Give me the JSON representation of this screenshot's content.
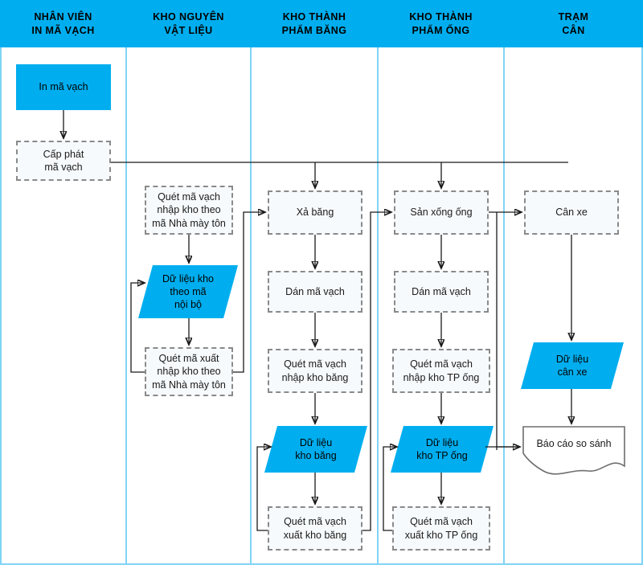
{
  "diagram": {
    "title": "Quy trinh quan ly ma vach - so do swimlane",
    "colors": {
      "lane_header_bg": "#00AEEF",
      "lane_divider": "#7FD4F4",
      "node_accent": "#00AEEF",
      "node_dashed_border": "#8A8A8A",
      "node_dashed_bg": "#F7FAFD",
      "connector": "#1a1a1a",
      "doc_border": "#6E6E6E"
    },
    "lanes": [
      {
        "id": "lane-nhan-vien-in-ma-vach",
        "label": "NHÂN VIÊN\nIN MÃ VẠCH"
      },
      {
        "id": "lane-kho-nguyen-vat-lieu",
        "label": "KHO NGUYÊN\nVẬT LIỆU"
      },
      {
        "id": "lane-kho-thanh-pham-bang",
        "label": "KHO THÀNH\nPHẨM BĂNG"
      },
      {
        "id": "lane-kho-thanh-pham-ong",
        "label": "KHO THÀNH\nPHẨM ỐNG"
      },
      {
        "id": "lane-tram-can",
        "label": "TRẠM\nCÂN"
      }
    ],
    "nodes": [
      {
        "id": "in-ma-vach",
        "lane": 0,
        "shape": "process-solid",
        "label": "In mã vạch"
      },
      {
        "id": "cap-phat-ma-vach",
        "lane": 0,
        "shape": "process-dashed",
        "label": "Cấp phát\nmã vạch"
      },
      {
        "id": "quet-ma-vach-nhap-kho-theo-ma-nha-may-ton",
        "lane": 1,
        "shape": "process-dashed",
        "label": "Quét mã vạch\nnhập kho theo\nmã Nhà mày tôn"
      },
      {
        "id": "du-lieu-kho-theo-ma-noi-bo",
        "lane": 1,
        "shape": "data-parallelogram",
        "label": "Dữ liệu kho\ntheo mã\nnội bộ"
      },
      {
        "id": "quet-ma-xuat-nhap-kho-theo-ma-nha-may-ton",
        "lane": 1,
        "shape": "process-dashed",
        "label": "Quét mã xuất\nnhập kho theo\nmã Nhà mày tôn"
      },
      {
        "id": "xa-bang",
        "lane": 2,
        "shape": "process-dashed",
        "label": "Xả băng"
      },
      {
        "id": "dan-ma-vach-bang",
        "lane": 2,
        "shape": "process-dashed",
        "label": "Dán mã vạch"
      },
      {
        "id": "quet-ma-vach-nhap-kho-bang",
        "lane": 2,
        "shape": "process-dashed",
        "label": "Quét mã vạch\nnhập kho băng"
      },
      {
        "id": "du-lieu-kho-bang",
        "lane": 2,
        "shape": "data-parallelogram",
        "label": "Dữ liệu\nkho băng"
      },
      {
        "id": "quet-ma-vach-xuat-kho-bang",
        "lane": 2,
        "shape": "process-dashed",
        "label": "Quét mã vạch\nxuất kho băng"
      },
      {
        "id": "san-xong-ong",
        "lane": 3,
        "shape": "process-dashed",
        "label": "Sản xống ống"
      },
      {
        "id": "dan-ma-vach-ong",
        "lane": 3,
        "shape": "process-dashed",
        "label": "Dán mã vạch"
      },
      {
        "id": "quet-ma-vach-nhap-kho-tp-ong",
        "lane": 3,
        "shape": "process-dashed",
        "label": "Quét mã vạch\nnhập kho TP ống"
      },
      {
        "id": "du-lieu-kho-tp-ong",
        "lane": 3,
        "shape": "data-parallelogram",
        "label": "Dữ liệu\nkho TP ống"
      },
      {
        "id": "quet-ma-vach-xuat-kho-tp-ong",
        "lane": 3,
        "shape": "process-dashed",
        "label": "Quét mã vạch\nxuất kho TP ống"
      },
      {
        "id": "can-xe",
        "lane": 4,
        "shape": "process-dashed",
        "label": "Cân xe"
      },
      {
        "id": "du-lieu-can-xe",
        "lane": 4,
        "shape": "data-parallelogram",
        "label": "Dữ liệu\ncân xe"
      },
      {
        "id": "bao-cao-so-sanh",
        "lane": 4,
        "shape": "document",
        "label": "Báo cáo so sánh"
      }
    ],
    "edges": [
      {
        "from": "in-ma-vach",
        "to": "cap-phat-ma-vach"
      },
      {
        "from": "cap-phat-ma-vach",
        "to": "xa-bang"
      },
      {
        "from": "cap-phat-ma-vach",
        "to": "san-xong-ong"
      },
      {
        "from": "quet-ma-vach-nhap-kho-theo-ma-nha-may-ton",
        "to": "du-lieu-kho-theo-ma-noi-bo"
      },
      {
        "from": "du-lieu-kho-theo-ma-noi-bo",
        "to": "quet-ma-xuat-nhap-kho-theo-ma-nha-may-ton"
      },
      {
        "from": "quet-ma-xuat-nhap-kho-theo-ma-nha-may-ton",
        "to": "du-lieu-kho-theo-ma-noi-bo"
      },
      {
        "from": "quet-ma-xuat-nhap-kho-theo-ma-nha-may-ton",
        "to": "xa-bang"
      },
      {
        "from": "xa-bang",
        "to": "dan-ma-vach-bang"
      },
      {
        "from": "dan-ma-vach-bang",
        "to": "quet-ma-vach-nhap-kho-bang"
      },
      {
        "from": "quet-ma-vach-nhap-kho-bang",
        "to": "du-lieu-kho-bang"
      },
      {
        "from": "du-lieu-kho-bang",
        "to": "quet-ma-vach-xuat-kho-bang"
      },
      {
        "from": "quet-ma-vach-xuat-kho-bang",
        "to": "du-lieu-kho-bang"
      },
      {
        "from": "quet-ma-vach-xuat-kho-bang",
        "to": "san-xong-ong"
      },
      {
        "from": "san-xong-ong",
        "to": "dan-ma-vach-ong"
      },
      {
        "from": "dan-ma-vach-ong",
        "to": "quet-ma-vach-nhap-kho-tp-ong"
      },
      {
        "from": "quet-ma-vach-nhap-kho-tp-ong",
        "to": "du-lieu-kho-tp-ong"
      },
      {
        "from": "du-lieu-kho-tp-ong",
        "to": "quet-ma-vach-xuat-kho-tp-ong"
      },
      {
        "from": "quet-ma-vach-xuat-kho-tp-ong",
        "to": "du-lieu-kho-tp-ong"
      },
      {
        "from": "san-xong-ong",
        "to": "can-xe"
      },
      {
        "from": "can-xe",
        "to": "du-lieu-can-xe"
      },
      {
        "from": "du-lieu-can-xe",
        "to": "bao-cao-so-sanh"
      },
      {
        "from": "du-lieu-kho-tp-ong",
        "to": "bao-cao-so-sanh"
      }
    ]
  }
}
